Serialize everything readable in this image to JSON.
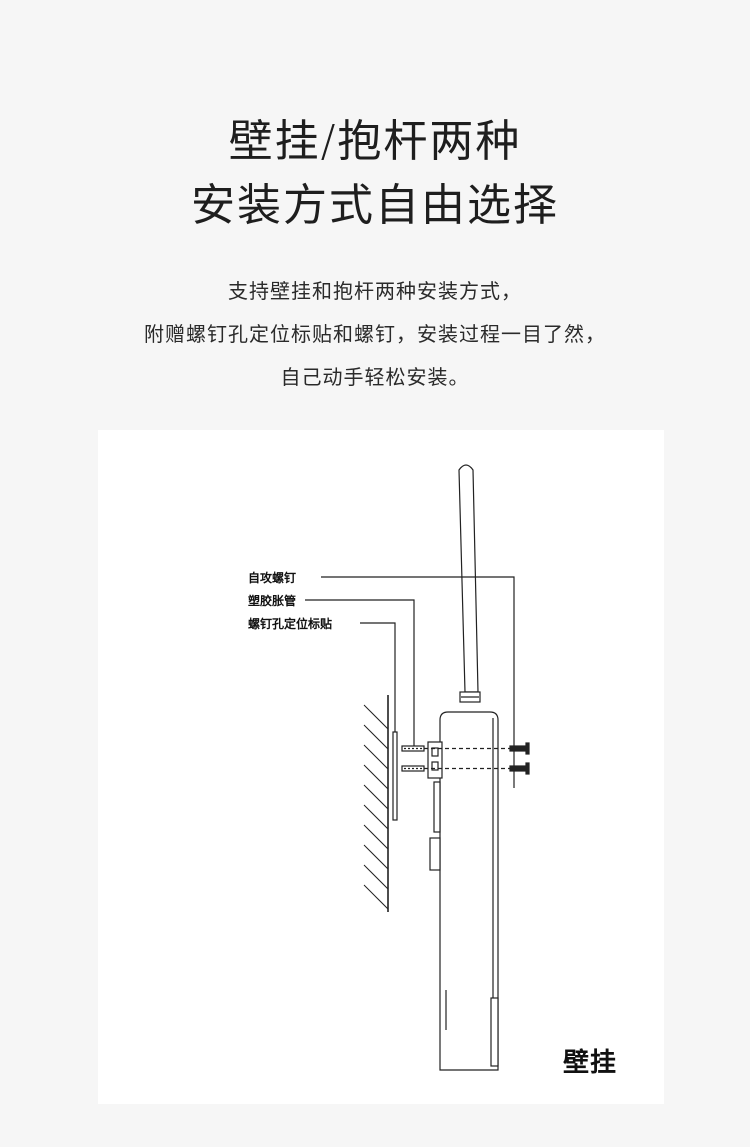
{
  "headline": {
    "line1": "壁挂/抱杆两种",
    "line2": "安装方式自由选择"
  },
  "description": {
    "line1": "支持壁挂和抱杆两种安装方式，",
    "line2": "附赠螺钉孔定位标贴和螺钉，安装过程一目了然，",
    "line3": "自己动手轻松安装。"
  },
  "diagram": {
    "callouts": {
      "self_tapping_screw": "自攻螺钉",
      "plastic_anchor": "塑胶胀管",
      "hole_template_sticker": "螺钉孔定位标贴"
    },
    "mount_label": "壁挂"
  }
}
